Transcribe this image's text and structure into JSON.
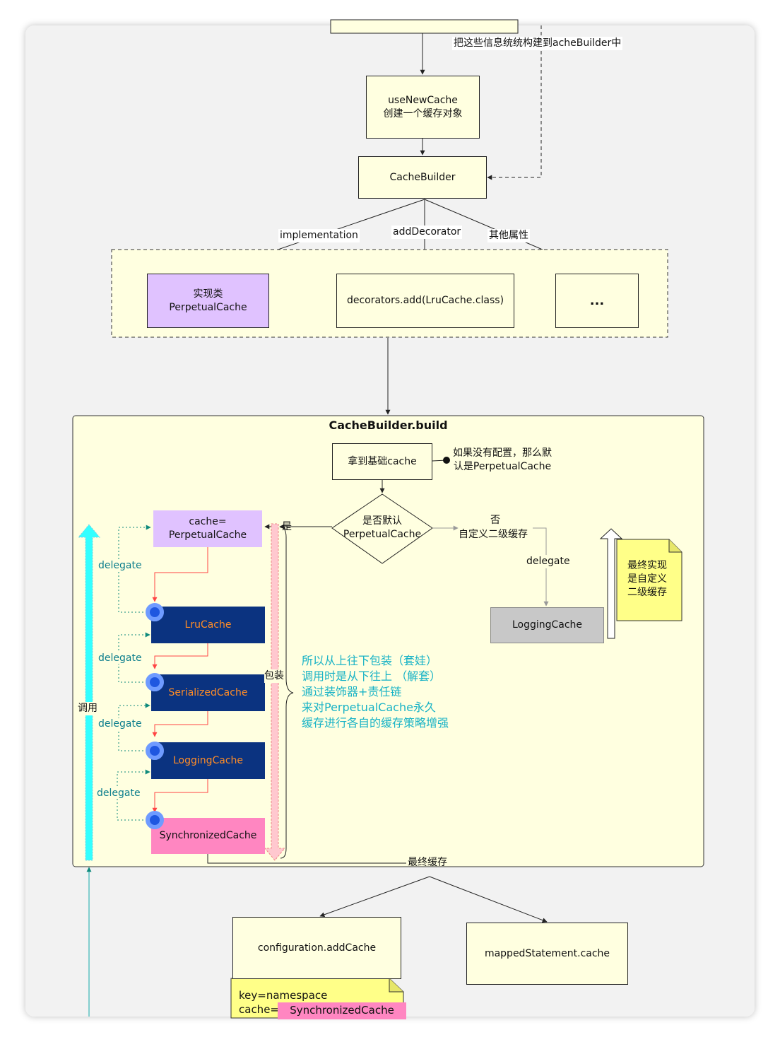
{
  "top_note": "把这些信息统统构建到acheBuilder中",
  "use_new_cache": {
    "line1": "useNewCache",
    "line2": "创建一个缓存对象"
  },
  "cache_builder": "CacheBuilder",
  "edges": {
    "implementation": "implementation",
    "add_decorator": "addDecorator",
    "other_props": "其他属性"
  },
  "impl_box": {
    "line1": "实现类",
    "line2": "PerpetualCache"
  },
  "decorators_box": "decorators.add(LruCache.class)",
  "ellipsis_box": "...",
  "build": {
    "title": "CacheBuilder.build",
    "get_base_cache": "拿到基础cache",
    "default_note": {
      "line1": "如果没有配置，那么默",
      "line2": "认是PerpetualCache"
    },
    "decision": {
      "line1": "是否默认",
      "line2": "PerpetualCache"
    },
    "yes": "是",
    "no": "否",
    "custom_cache": "自定义二级缓存",
    "delegate": "delegate",
    "logging_custom": "LoggingCache",
    "final_note": {
      "line1": "最终实现",
      "line2": "是自定义",
      "line3": "二级缓存"
    },
    "base_cache": {
      "line1": "cache=",
      "line2": "PerpetualCache"
    },
    "chain": [
      "LruCache",
      "SerializedCache",
      "LoggingCache",
      "SynchronizedCache"
    ],
    "delegate_labels": [
      "delegate",
      "delegate",
      "delegate",
      "delegate"
    ],
    "invoke": "调用",
    "wrap": "包装",
    "explain": [
      "所以从上往下包装（套娃）",
      "调用时是从下往上 （解套）",
      "通过装饰器+责任链",
      "来对PerpetualCache永久",
      "缓存进行各自的缓存策略增强"
    ],
    "final_cache": "最终缓存"
  },
  "config_add_cache": "configuration.addCache",
  "mapped_statement_cache": "mappedStatement.cache",
  "bottom_note": {
    "key_line": "key=namespace",
    "cache_label": "cache=",
    "cache_value": "SynchronizedCache"
  },
  "colors": {
    "navy": "#0b3380",
    "orange_text": "#ff8c26",
    "pink": "#ff86c1",
    "purple": "#e0c2ff",
    "cyan_arrow": "#33ffff",
    "teal_text": "#0b7d8c"
  }
}
